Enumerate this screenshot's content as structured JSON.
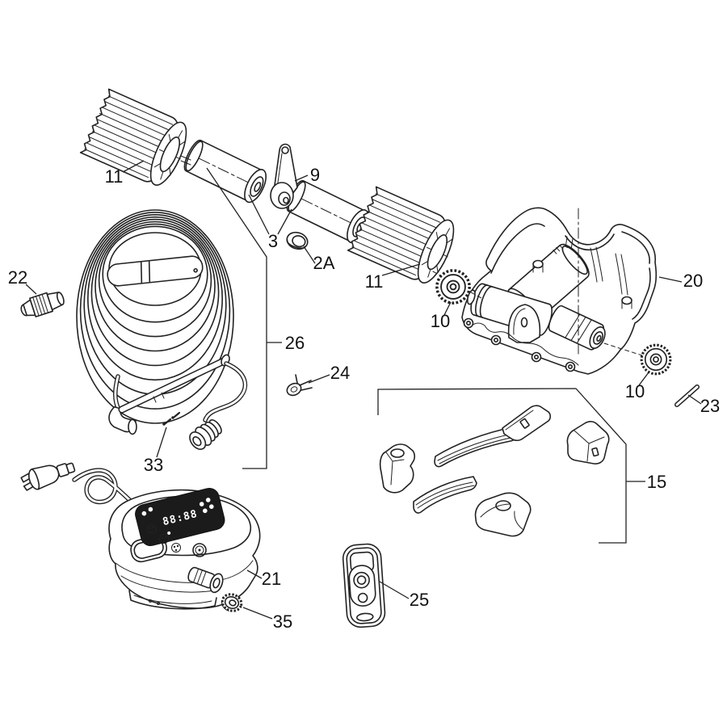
{
  "colors": {
    "background": "#ffffff",
    "line": "#222222",
    "panel": "#1b1b1b",
    "label": "#111111"
  },
  "callouts": {
    "brush_left": "11",
    "pulley_arm": "9",
    "bearing": "3",
    "bushing": "2A",
    "brush_right": "11",
    "gear_left": "10",
    "body_housing": "20",
    "hose_connector": "22",
    "floating_cable": "26",
    "cable_clamp": "24",
    "drive_pin": "23",
    "gear_right": "10",
    "scrubber_kit": "15",
    "screw_set": "33",
    "power_supply": "21",
    "handheld_remote": "25",
    "cord_fitting": "35"
  },
  "power_supply_panel": {
    "display_readout": "88:88"
  }
}
